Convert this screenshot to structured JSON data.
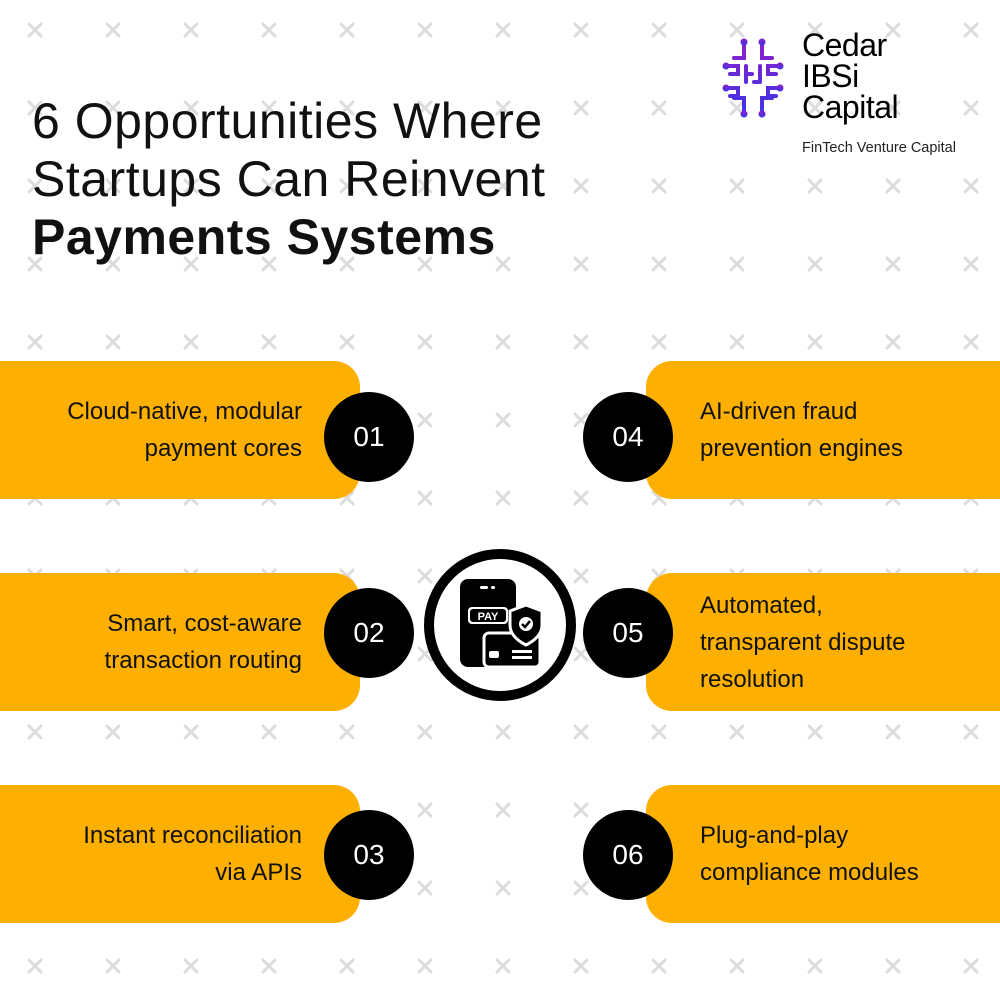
{
  "title": {
    "line1": "6 Opportunities Where",
    "line2": "Startups Can Reinvent",
    "line3_bold": "Payments Systems"
  },
  "logo": {
    "name_line1": "Cedar",
    "name_line2": "IBSi",
    "name_line3": "Capital",
    "tagline": "FinTech Venture Capital"
  },
  "center_icon": {
    "icon": "mobile-payment-shield-icon",
    "label": "PAY"
  },
  "colors": {
    "card": "#fdb002",
    "circle": "#000000"
  },
  "items": [
    {
      "num": "01",
      "line1": "Cloud-native, modular",
      "line2": "payment cores",
      "line3": ""
    },
    {
      "num": "02",
      "line1": "Smart, cost-aware",
      "line2": "transaction routing",
      "line3": ""
    },
    {
      "num": "03",
      "line1": "Instant reconciliation",
      "line2": "via APIs",
      "line3": ""
    },
    {
      "num": "04",
      "line1": "AI-driven fraud",
      "line2": "prevention engines",
      "line3": ""
    },
    {
      "num": "05",
      "line1": "Automated,",
      "line2": "transparent dispute",
      "line3": "resolution"
    },
    {
      "num": "06",
      "line1": "Plug-and-play",
      "line2": "compliance modules",
      "line3": ""
    }
  ]
}
